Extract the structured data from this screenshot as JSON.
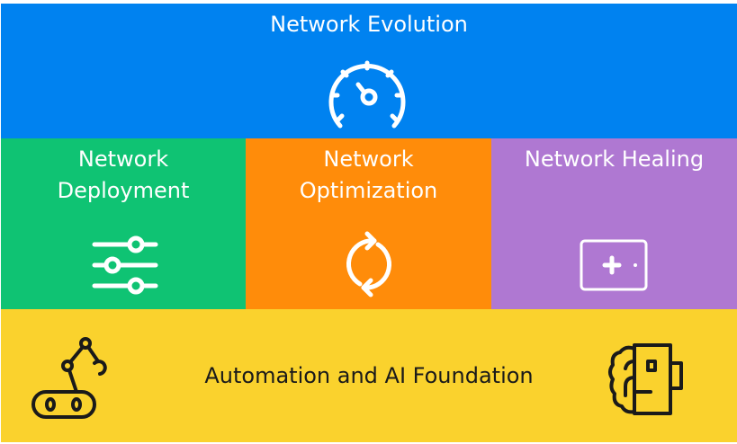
{
  "top": {
    "title": "Network Evolution",
    "icon": "speedometer-icon",
    "color": "#0082f0"
  },
  "pillars": [
    {
      "title_line1": "Network",
      "title_line2": "Deployment",
      "icon": "sliders-icon",
      "color": "#0fc373"
    },
    {
      "title_line1": "Network",
      "title_line2": "Optimization",
      "icon": "refresh-icon",
      "color": "#ff8c0a"
    },
    {
      "title_line1": "Network Healing",
      "icon": "first-aid-kit-icon",
      "color": "#af78d2"
    }
  ],
  "foundation": {
    "title": "Automation and AI Foundation",
    "left_icon": "robot-arm-icon",
    "right_icon": "brain-chip-icon",
    "color": "#fad22d"
  }
}
